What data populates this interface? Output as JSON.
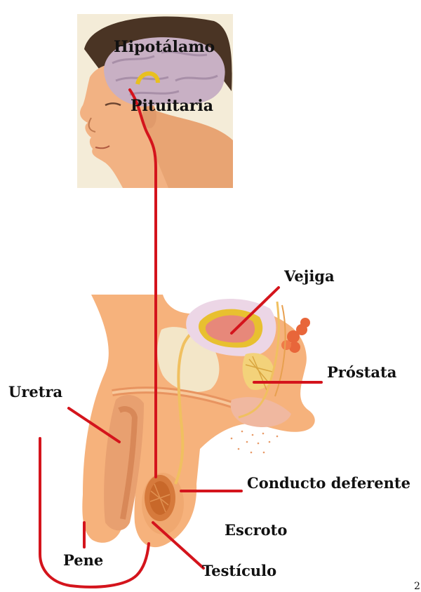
{
  "labels": {
    "hipotalamo": "Hipotálamo",
    "pituitaria": "Pituitaria",
    "vejiga": "Vejiga",
    "prostata": "Próstata",
    "uretra": "Uretra",
    "conducto": "Conducto deferente",
    "escroto": "Escroto",
    "pene": "Pene",
    "testiculo": "Testículo"
  },
  "page_number": "2",
  "colors": {
    "pointer_line": "#d4141c",
    "skin": "#f6b27c",
    "brain": "#c8b0c4",
    "bladder": "#e7887a"
  }
}
